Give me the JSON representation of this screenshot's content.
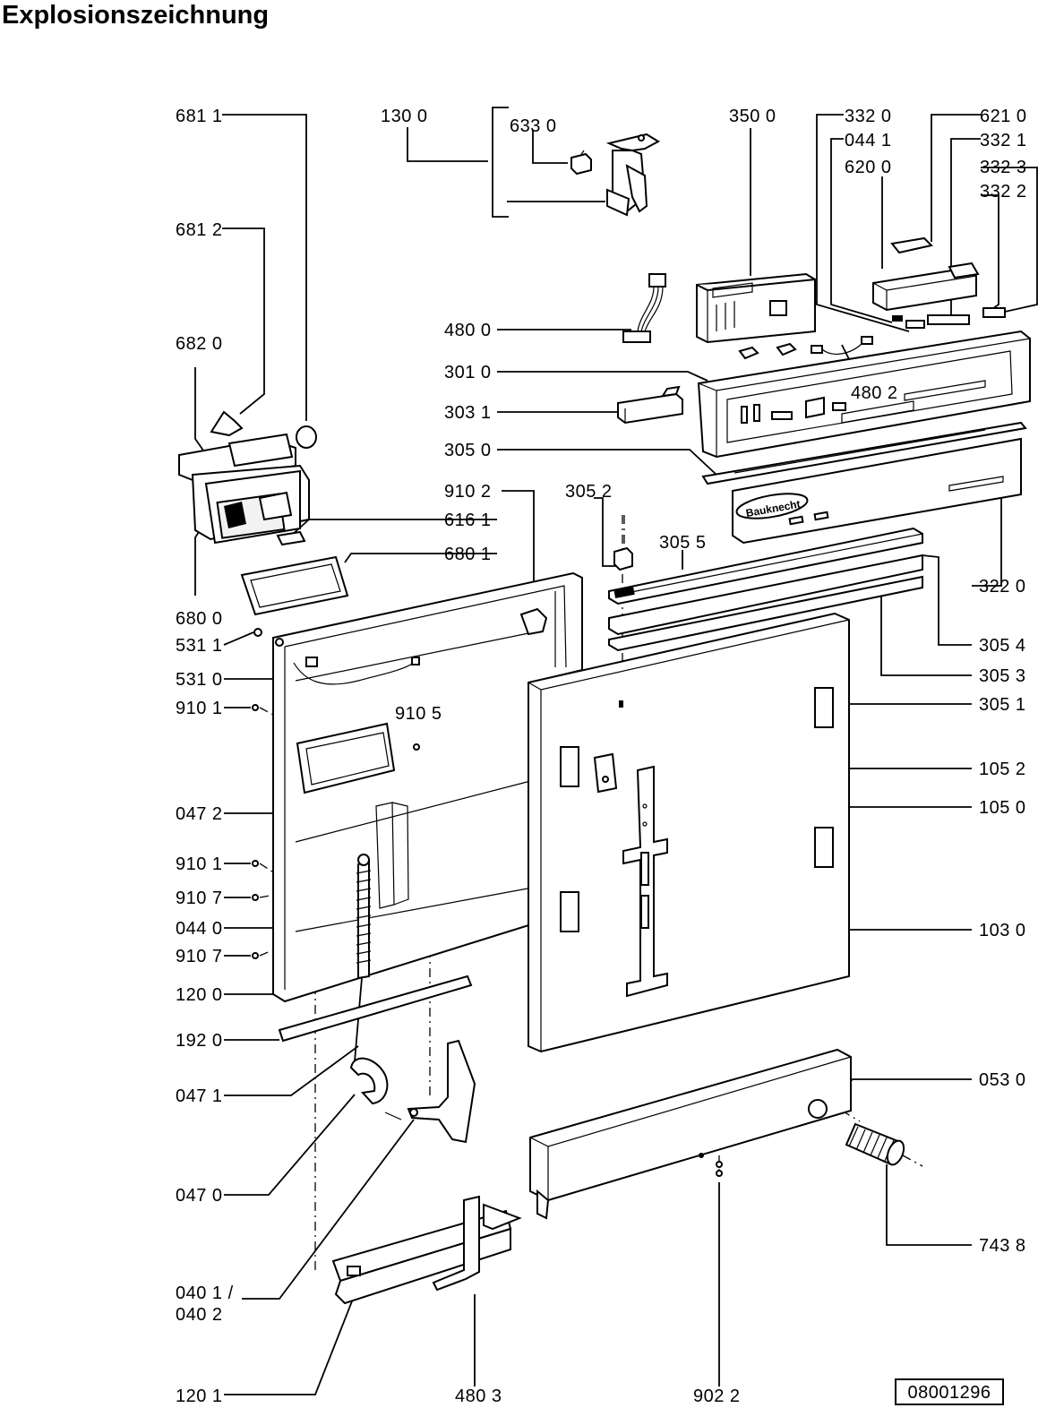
{
  "title": "Explosionszeichnung",
  "drawing_number": "08001296",
  "brand_logo": "Bauknecht",
  "labels": [
    {
      "id": "681-1",
      "text": "681 1"
    },
    {
      "id": "681-2",
      "text": "681 2"
    },
    {
      "id": "682-0",
      "text": "682 0"
    },
    {
      "id": "680-0",
      "text": "680 0"
    },
    {
      "id": "531-1",
      "text": "531 1"
    },
    {
      "id": "531-0",
      "text": "531 0"
    },
    {
      "id": "910-1a",
      "text": "910 1"
    },
    {
      "id": "910-5",
      "text": "910 5"
    },
    {
      "id": "047-2",
      "text": "047 2"
    },
    {
      "id": "910-1b",
      "text": "910 1"
    },
    {
      "id": "910-7a",
      "text": "910 7"
    },
    {
      "id": "044-0",
      "text": "044 0"
    },
    {
      "id": "910-7b",
      "text": "910 7"
    },
    {
      "id": "120-0",
      "text": "120 0"
    },
    {
      "id": "192-0",
      "text": "192 0"
    },
    {
      "id": "047-1",
      "text": "047 1"
    },
    {
      "id": "047-0",
      "text": "047 0"
    },
    {
      "id": "040-1",
      "text": "040 1 /"
    },
    {
      "id": "040-2",
      "text": "040 2"
    },
    {
      "id": "120-1",
      "text": "120 1"
    },
    {
      "id": "480-3",
      "text": "480 3"
    },
    {
      "id": "902-2",
      "text": "902 2"
    },
    {
      "id": "130-0",
      "text": "130 0"
    },
    {
      "id": "633-0",
      "text": "633 0"
    },
    {
      "id": "350-0",
      "text": "350 0"
    },
    {
      "id": "332-0",
      "text": "332 0"
    },
    {
      "id": "044-1",
      "text": "044 1"
    },
    {
      "id": "620-0",
      "text": "620 0"
    },
    {
      "id": "621-0",
      "text": "621 0"
    },
    {
      "id": "332-1",
      "text": "332 1"
    },
    {
      "id": "332-3",
      "text": "332 3"
    },
    {
      "id": "332-2",
      "text": "332 2"
    },
    {
      "id": "480-0",
      "text": "480 0"
    },
    {
      "id": "301-0",
      "text": "301 0"
    },
    {
      "id": "303-1",
      "text": "303 1"
    },
    {
      "id": "305-0",
      "text": "305 0"
    },
    {
      "id": "480-2",
      "text": "480 2"
    },
    {
      "id": "910-2",
      "text": "910 2"
    },
    {
      "id": "305-2",
      "text": "305 2"
    },
    {
      "id": "616-1",
      "text": "616 1"
    },
    {
      "id": "680-1",
      "text": "680 1"
    },
    {
      "id": "305-5",
      "text": "305 5"
    },
    {
      "id": "322-0",
      "text": "322 0"
    },
    {
      "id": "305-4",
      "text": "305 4"
    },
    {
      "id": "305-3",
      "text": "305 3"
    },
    {
      "id": "305-1",
      "text": "305 1"
    },
    {
      "id": "105-2",
      "text": "105 2"
    },
    {
      "id": "105-0",
      "text": "105 0"
    },
    {
      "id": "103-0",
      "text": "103 0"
    },
    {
      "id": "053-0",
      "text": "053 0"
    },
    {
      "id": "743-8",
      "text": "743 8"
    }
  ]
}
